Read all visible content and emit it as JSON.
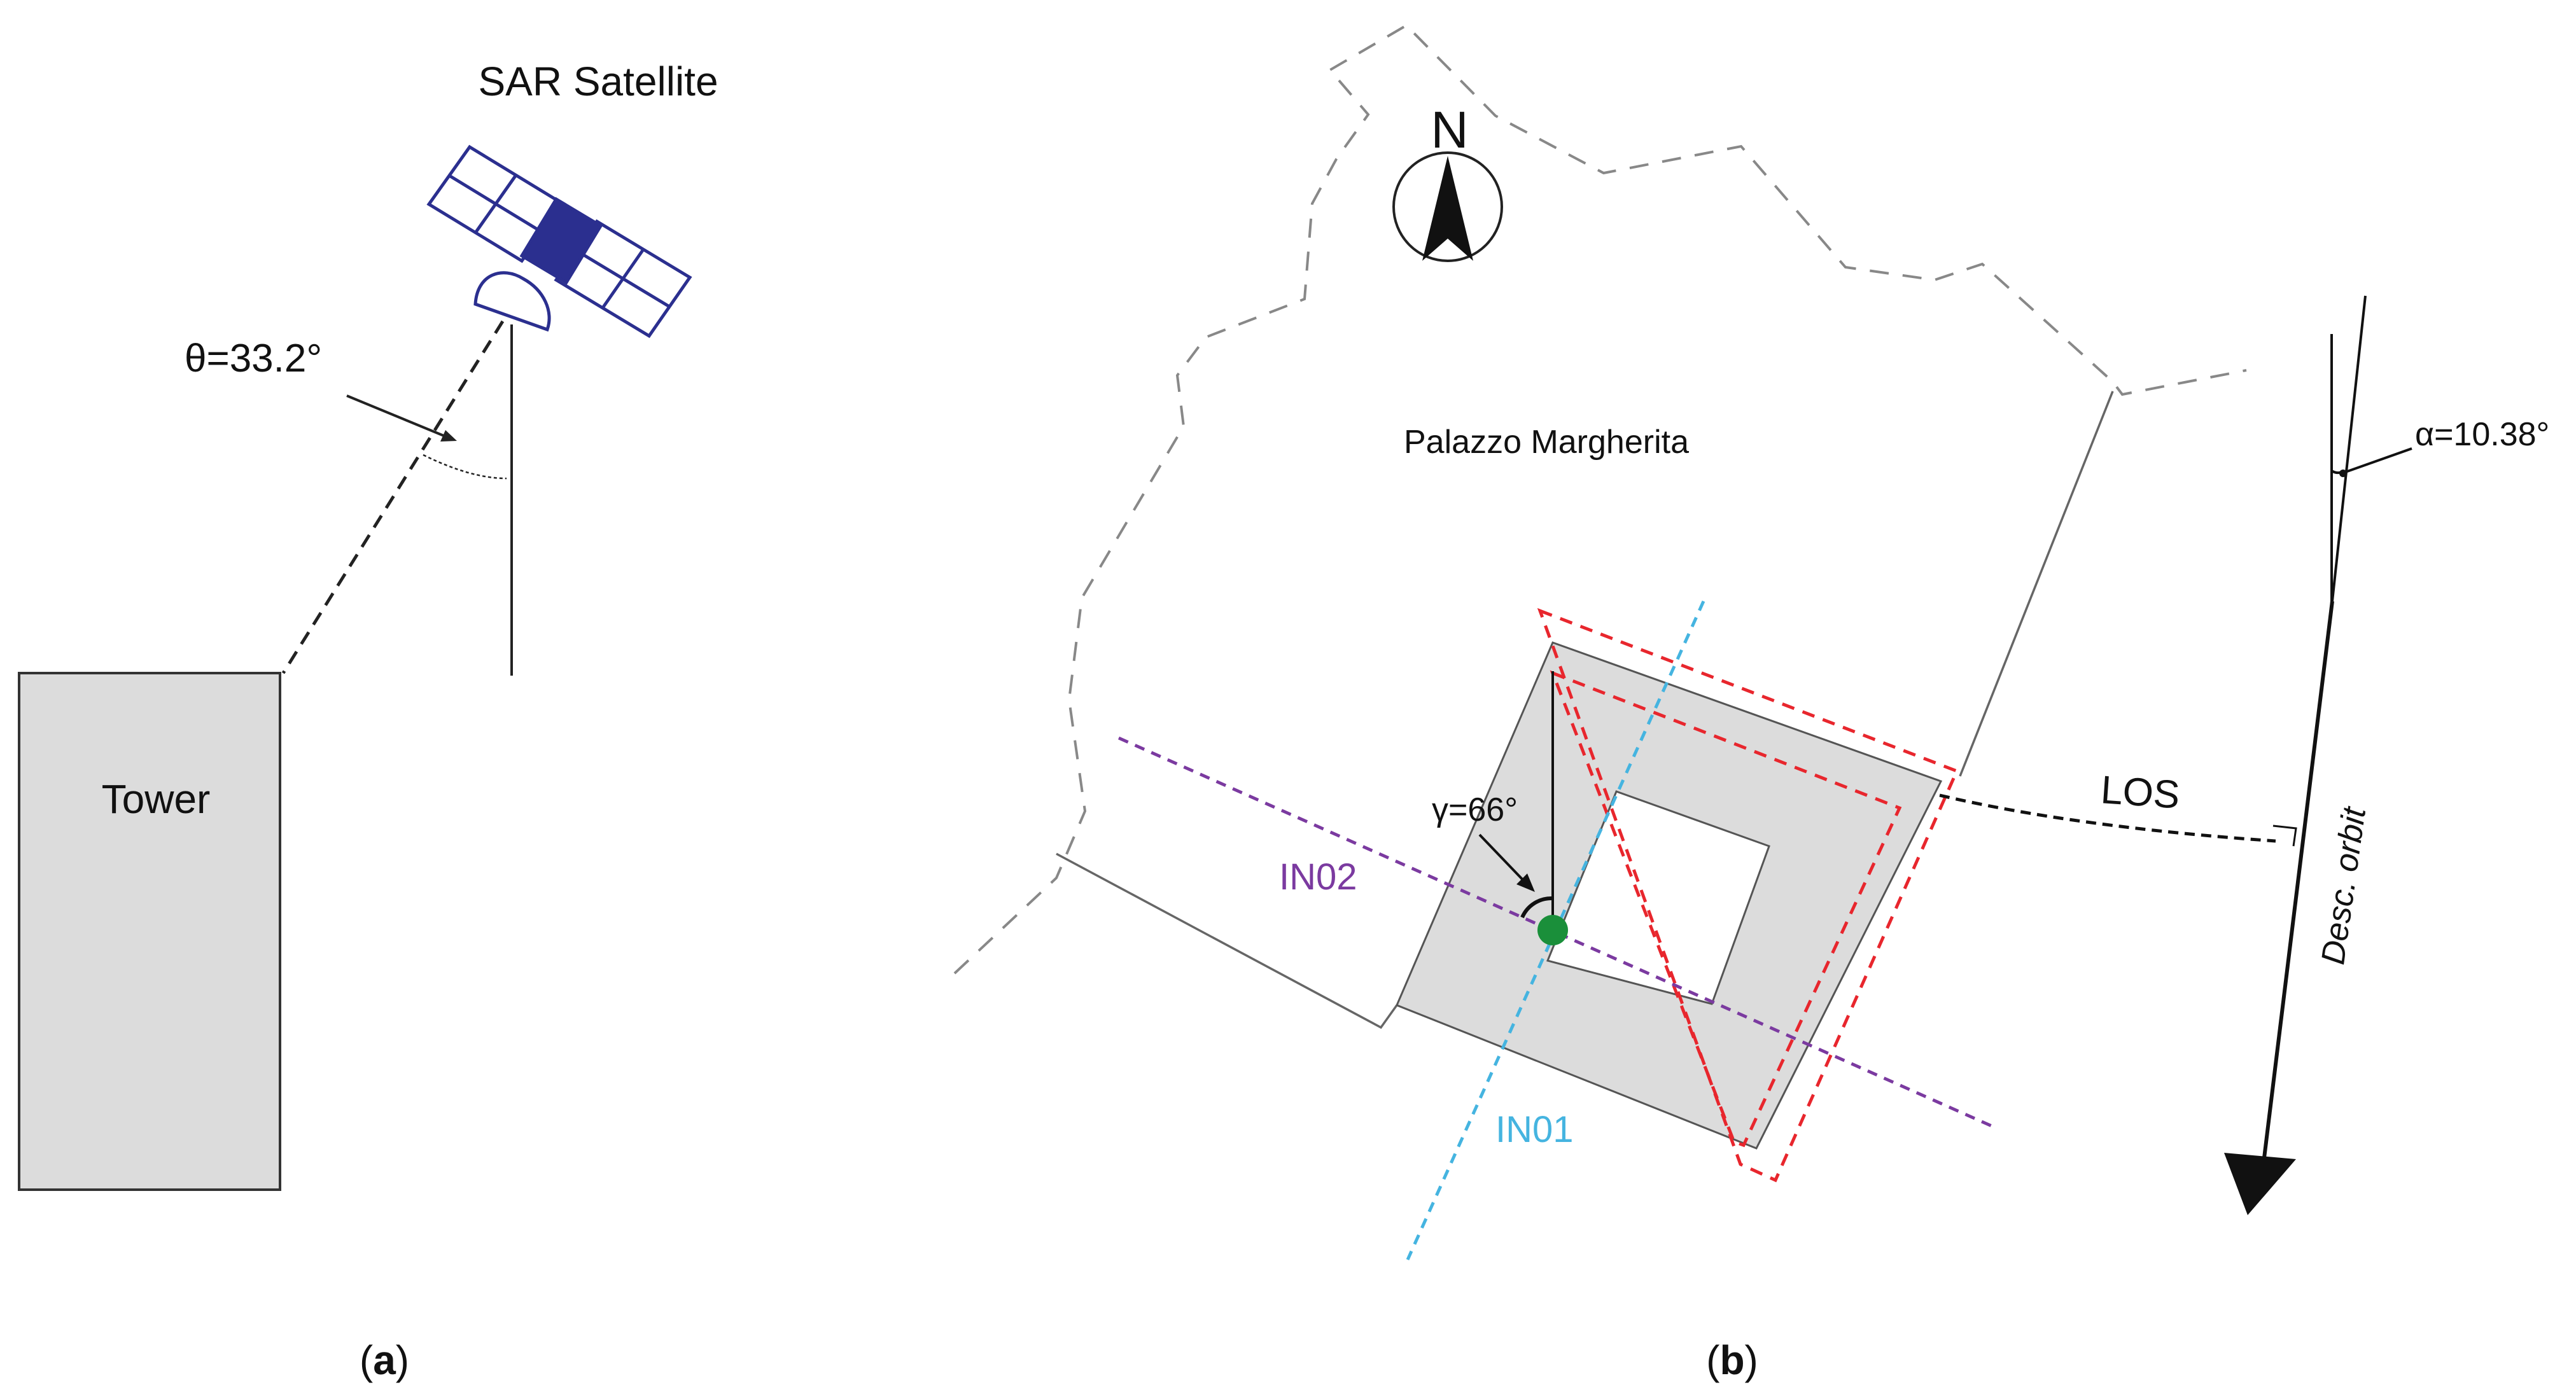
{
  "panel_a": {
    "satellite_label": "SAR Satellite",
    "angle_label": "θ=33.2°",
    "tower_label": "Tower",
    "caption_letter": "a"
  },
  "panel_b": {
    "north_label": "N",
    "building_label": "Palazzo Margherita",
    "gamma_label": "γ=66°",
    "alpha_label": "α=10.38°",
    "los_label": "LOS",
    "orbit_label": "Desc. orbit",
    "in01_label": "IN01",
    "in02_label": "IN02",
    "caption_letter": "b"
  },
  "colors": {
    "satellite": "#2b2f8f",
    "building_fill": "#dcdcdc",
    "in01": "#45b4e0",
    "in02": "#7b3aa0",
    "frame": "#e8262d",
    "point": "#1a8f3a"
  }
}
